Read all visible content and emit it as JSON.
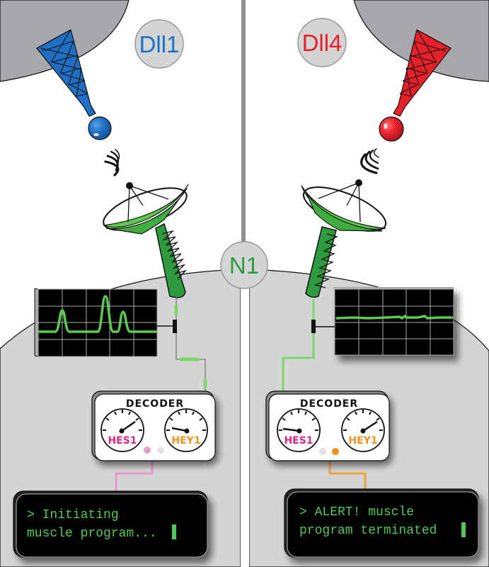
{
  "colors": {
    "dll1": "#1f6fc4",
    "dll4": "#e8202a",
    "notch": "#2d9b3e",
    "signal": "#5cc94f",
    "hes1": "#e3247f",
    "hey1": "#f39021",
    "hes1_wire": "#e89ac8",
    "hey1_wire": "#f0a33a",
    "cell_gray": "#a7a8ab",
    "receiver_cell": "#d3d4d6",
    "terminal_text": "#4fc95a",
    "divider": "#8c8d90"
  },
  "labels": {
    "dll1": "Dll1",
    "dll4": "Dll4",
    "n1": "N1"
  },
  "left": {
    "ligand": "Dll1",
    "oscilloscope": {
      "pattern": "pulsatile",
      "pulses": 3
    },
    "decoder": {
      "title": "DECODER",
      "gauges": [
        {
          "name": "HES1",
          "level": "high"
        },
        {
          "name": "HEY1",
          "level": "low"
        }
      ],
      "active_indicator": "HES1"
    },
    "terminal": {
      "line1": "> Initiating",
      "line2": "muscle program..."
    }
  },
  "right": {
    "ligand": "Dll4",
    "oscilloscope": {
      "pattern": "sustained",
      "pulses": 0
    },
    "decoder": {
      "title": "DECODER",
      "gauges": [
        {
          "name": "HES1",
          "level": "low"
        },
        {
          "name": "HEY1",
          "level": "high"
        }
      ],
      "active_indicator": "HEY1"
    },
    "terminal": {
      "line1": "> ALERT! muscle",
      "line2": "program terminated"
    }
  }
}
